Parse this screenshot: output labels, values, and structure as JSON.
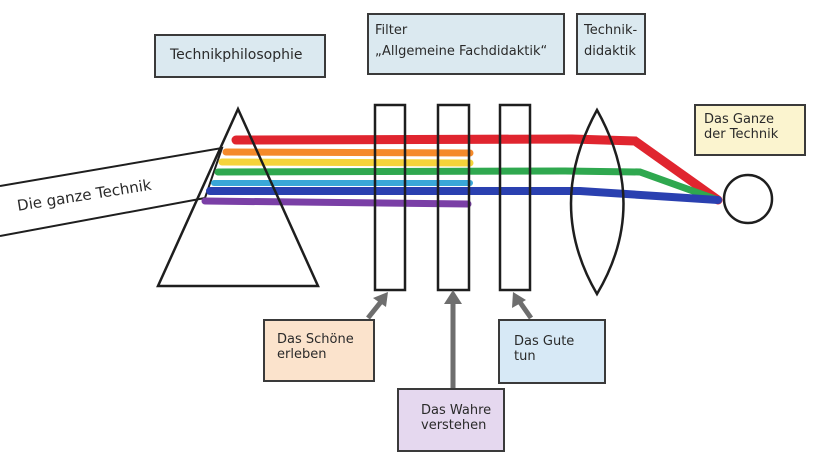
{
  "labels": {
    "technikphilosophie": "Technikphilosophie",
    "filter": "Filter\n„Allgemeine Fachdidaktik“",
    "technikdidaktik": "Technik-\ndidaktik",
    "das_ganze": "Das Ganze\nder Technik",
    "die_ganze_technik": "Die ganze Technik",
    "das_schoene": "Das Schöne\nerleben",
    "das_wahre": "Das Wahre\nverstehen",
    "das_gute": "Das Gute\ntun"
  },
  "colors": {
    "background": "#ffffff",
    "ink": "#1e1e1e",
    "box_blue": "#dbe9f0",
    "box_yellow": "#fbf4cf",
    "box_orange": "#fbe3cc",
    "box_purple": "#e5d8ef",
    "box_lightblue": "#d7e9f6",
    "ray_red": "#e0252f",
    "ray_orange": "#f58a2a",
    "ray_yellow": "#f5d33a",
    "ray_green": "#2fa84f",
    "ray_cyan": "#3aa7d8",
    "ray_blue": "#2a40b0",
    "ray_violet": "#7a3fa6"
  }
}
